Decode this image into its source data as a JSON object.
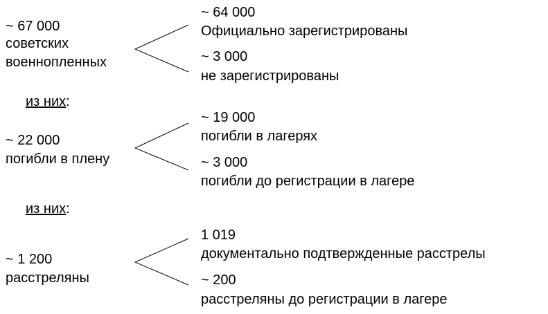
{
  "groups": [
    {
      "left": [
        "~ 67 000",
        "советских",
        "военнопленных"
      ],
      "top": {
        "value": "~ 64 000",
        "label": "Официально зарегистрированы"
      },
      "bottom": {
        "value": "~ 3 000",
        "label": "не зарегистрированы"
      }
    },
    {
      "left": [
        "~ 22 000",
        "погибли в плену"
      ],
      "top": {
        "value": "~ 19 000",
        "label": "погибли в лагерях"
      },
      "bottom": {
        "value": "~ 3 000",
        "label": "погибли до регистрации в лагере"
      }
    },
    {
      "left": [
        "~ 1 200",
        "расстреляны"
      ],
      "top": {
        "value": "1 019",
        "label": "документально подтвержденные расстрелы"
      },
      "bottom": {
        "value": "~ 200",
        "label": "расстреляны до регистрации в лагере"
      }
    }
  ],
  "separator": {
    "text": "из них",
    "colon": ":"
  }
}
